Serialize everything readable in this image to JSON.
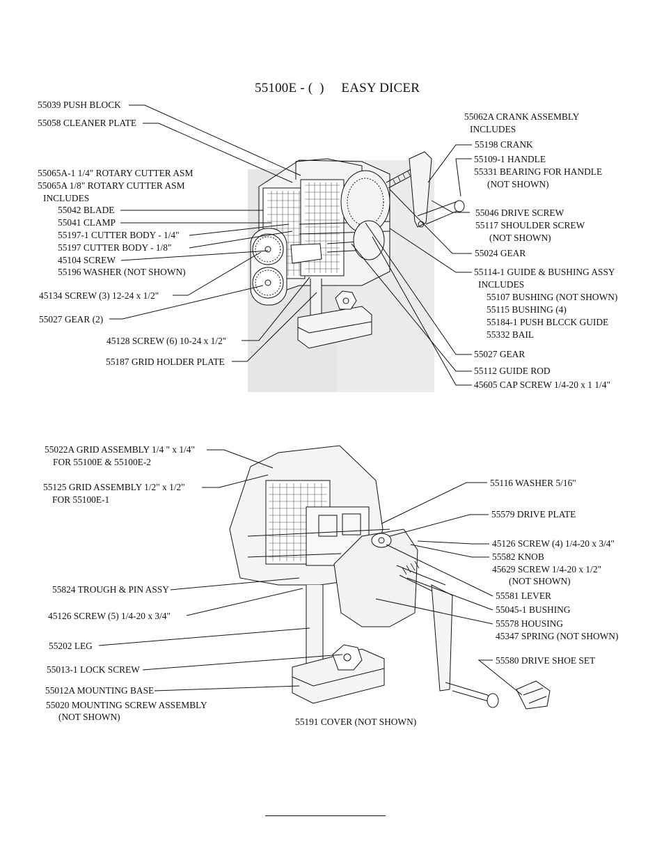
{
  "title": "55100E - (  )     EASY DICER",
  "top_diagram_labels": {
    "push_block": "55039 PUSH BLOCK",
    "cleaner_plate": "55058 CLEANER PLATE",
    "rotary_cutter_1_4": "55065A-1 1/4\" ROTARY CUTTER ASM",
    "rotary_cutter_1_8": "55065A 1/8\" ROTARY CUTTER ASM",
    "rotary_includes": "INCLUDES",
    "blade": "55042 BLADE",
    "clamp": "55041 CLAMP",
    "cutter_body_1_4": "55197-1 CUTTER BODY - 1/4\"",
    "cutter_body_1_8": "55197 CUTTER BODY - 1/8\"",
    "screw_45104": "45104 SCREW",
    "washer_55196": "55196 WASHER (NOT SHOWN)",
    "screw_45134": "45134 SCREW (3) 12-24 x 1/2\"",
    "gear_55027_2": "55027 GEAR (2)",
    "screw_45128": "45128 SCREW (6) 10-24 x 1/2\"",
    "grid_holder_plate": "55187 GRID HOLDER PLATE",
    "crank_assembly": "55062A CRANK ASSEMBLY",
    "crank_includes": "INCLUDES",
    "crank": "55198 CRANK",
    "handle": "55109-1 HANDLE",
    "bearing_handle": "55331  BEARING FOR HANDLE",
    "bearing_not_shown": "(NOT SHOWN)",
    "drive_screw": "55046 DRIVE SCREW",
    "shoulder_screw": "55117 SHOULDER SCREW",
    "shoulder_not_shown": "(NOT SHOWN)",
    "gear_55024": "55024 GEAR",
    "guide_bushing_assy": "55114-1   GUIDE & BUSHING ASSY",
    "guide_includes": "INCLUDES",
    "bushing_55107": "55107 BUSHING  (NOT SHOWN)",
    "bushing_55115": "55115 BUSHING (4)",
    "push_block_guide": "55184-1 PUSH BLCCK GUIDE",
    "bail": "55332 BAIL",
    "gear_55027": "55027 GEAR",
    "guide_rod": "55112 GUIDE ROD",
    "cap_screw": "45605 CAP SCREW 1/4-20 x 1 1/4\""
  },
  "bottom_diagram_labels": {
    "grid_assembly_1_4": "55022A GRID ASSEMBLY 1/4 \"  x  1/4\"",
    "grid_for_1_4": "FOR 55100E & 55100E-2",
    "grid_assembly_1_2": "55125 GRID ASSEMBLY 1/2\"  x  1/2\"",
    "grid_for_1_2": "FOR 55100E-1",
    "trough_pin": "55824 TROUGH & PIN ASSY",
    "screw_45126_5": "45126 SCREW (5) 1/4-20  x  3/4\"",
    "leg": "55202 LEG",
    "lock_screw": "55013-1  LOCK SCREW",
    "mounting_base": "55012A MOUNTING BASE",
    "mounting_screw": "55020 MOUNTING SCREW ASSEMBLY",
    "mounting_not_shown": "(NOT SHOWN)",
    "cover": "55191 COVER (NOT SHOWN)",
    "washer_5_16": "55116 WASHER 5/16\"",
    "drive_plate": "55579 DRIVE PLATE",
    "screw_45126_4": "45126 SCREW (4) 1/4-20 x 3/4\"",
    "knob": "55582 KNOB",
    "screw_45629": "45629 SCREW 1/4-20 x 1/2\"",
    "screw_45629_not_shown": "(NOT SHOWN)",
    "lever": "55581 LEVER",
    "bushing_55045": "55045-1  BUSHING",
    "housing": "55578 HOUSING",
    "spring": "45347 SPRING (NOT SHOWN)",
    "drive_shoe": "55580 DRIVE SHOE SET"
  }
}
